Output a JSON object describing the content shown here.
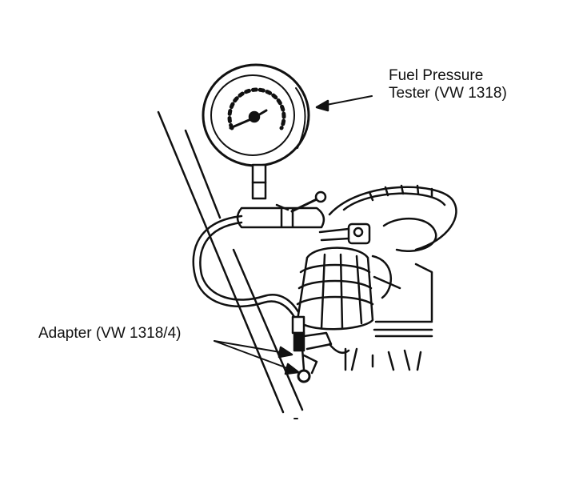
{
  "labels": {
    "tester_line1": "Fuel Pressure",
    "tester_line2": "Tester (VW 1318)",
    "adapter": "Adapter (VW 1318/4)"
  },
  "colors": {
    "ink": "#111111",
    "paper": "#ffffff"
  }
}
